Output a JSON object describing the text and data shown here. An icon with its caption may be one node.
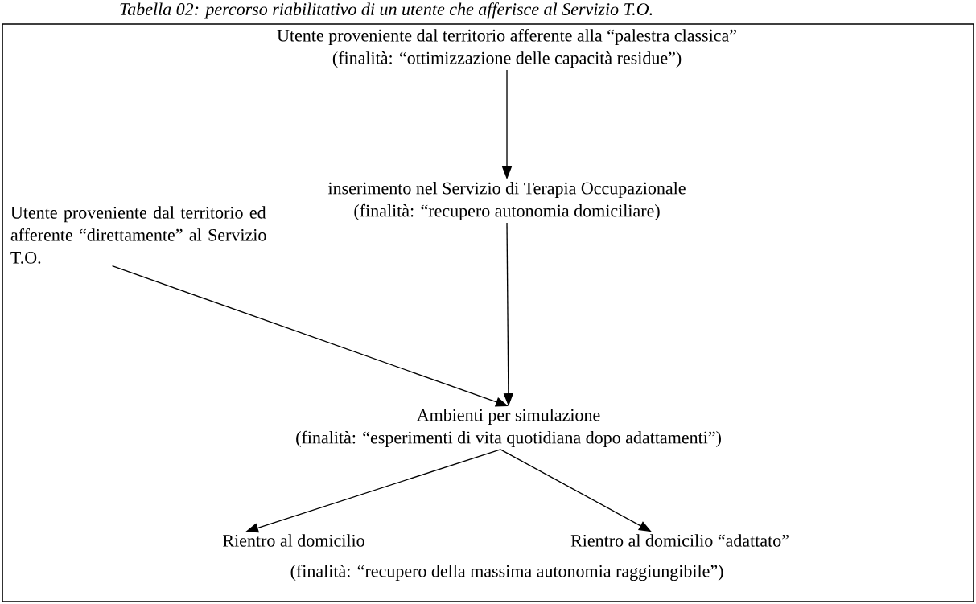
{
  "diagram": {
    "title": "Tabella 02: percorso riabilitativo di un utente che afferisce al Servizio T.O.",
    "nodes": [
      {
        "text": [
          "Utente proveniente dal territorio afferente alla “palestra classica”",
          "(finalità: “ottimizzazione delle capacità residue”)"
        ]
      },
      {
        "text": [
          "inserimento nel Servizio di Terapia Occupazionale",
          "(finalità: “recupero autonomia domiciliare)"
        ]
      },
      {
        "text": [
          "Utente proveniente dal territorio ed afferente “direttamente” al Servizio T.O."
        ]
      },
      {
        "text": [
          "Ambienti per simulazione",
          "(finalità: “esperimenti di vita quotidiana dopo adattamenti”)"
        ]
      },
      {
        "text": [
          "Rientro al domicilio"
        ]
      },
      {
        "text": [
          "Rientro al domicilio “adattato”"
        ]
      }
    ],
    "edges": [
      {
        "from": 0,
        "to": 1,
        "arrow": "to"
      },
      {
        "from": 1,
        "to": 3,
        "arrow": "to"
      },
      {
        "from": 2,
        "to": 3,
        "arrow": "to"
      },
      {
        "from": 3,
        "to": 4,
        "arrow": "to"
      },
      {
        "from": 3,
        "to": 5,
        "arrow": "to"
      }
    ],
    "labels": [
      "(finalità: “recupero della massima autonomia raggiungibile”)"
    ]
  }
}
